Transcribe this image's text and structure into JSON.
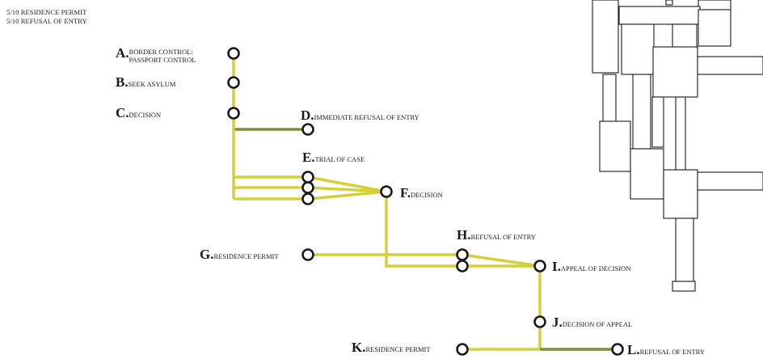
{
  "stats": [
    "5/10 RESIDENCE PERMIT",
    "5/10 REFUSAL OF ENTRY"
  ],
  "colors": {
    "yellow": "#d4d03b",
    "green": "#76923a",
    "stroke": "#1a1a1a"
  },
  "steps": {
    "A": {
      "letter": "A.",
      "text1": "BORDER CONTROL:",
      "text2": "PASSPORT CONTROL"
    },
    "B": {
      "letter": "B.",
      "text": "SEEK ASYLUM"
    },
    "C": {
      "letter": "C.",
      "text": "DECISION"
    },
    "D": {
      "letter": "D.",
      "text": "IMMEDIATE REFUSAL OF ENTRY"
    },
    "E": {
      "letter": "E.",
      "text": "TRIAL OF CASE"
    },
    "F": {
      "letter": "F.",
      "text": "DECISION"
    },
    "G": {
      "letter": "G.",
      "text": "RESIDENCE PERMIT"
    },
    "H": {
      "letter": "H.",
      "text": "REFUSAL OF ENTRY"
    },
    "I": {
      "letter": "I.",
      "text": "APPEAL OF DECISION"
    },
    "J": {
      "letter": "J.",
      "text": "DECISION OF APPEAL"
    },
    "K": {
      "letter": "K.",
      "text": "RESIDENCE PERMIT"
    },
    "L": {
      "letter": "L.",
      "text": "REFUSAL OF ENTRY"
    }
  }
}
